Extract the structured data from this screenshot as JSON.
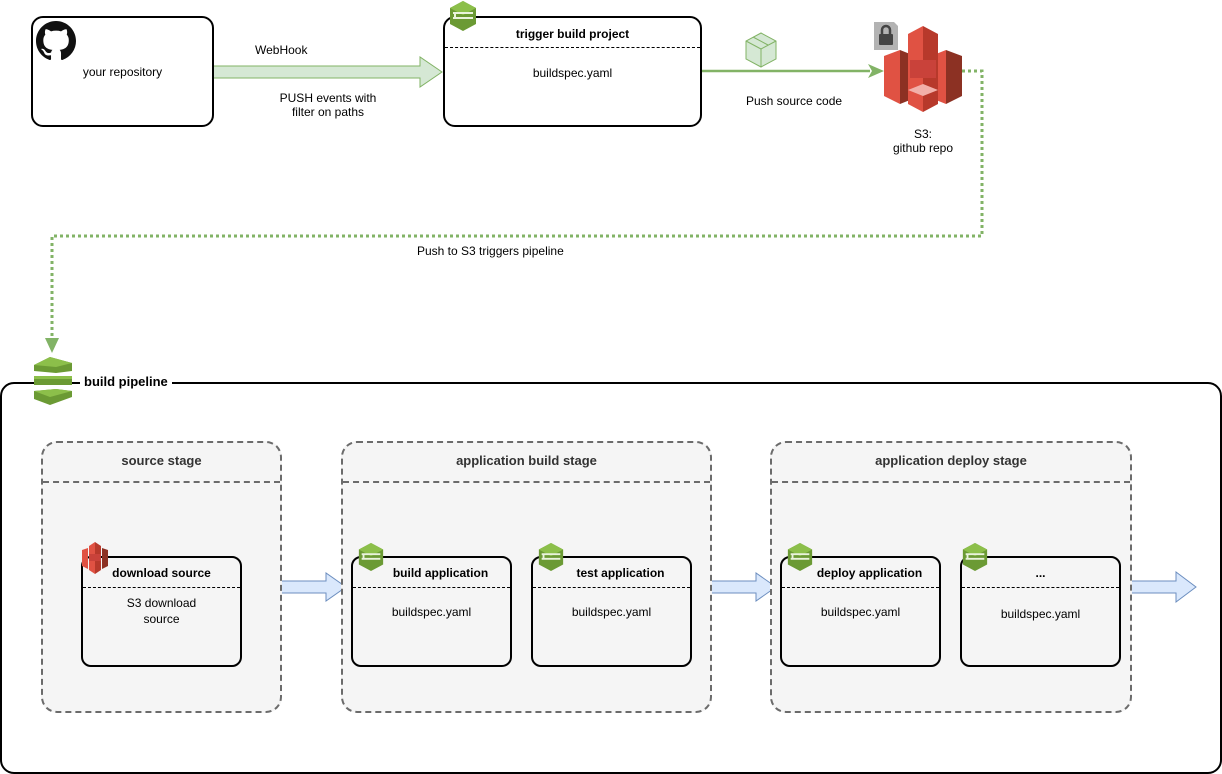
{
  "repository": {
    "label": "your repository",
    "icon": "github-icon"
  },
  "webhook_arrow": {
    "label_top": "WebHook",
    "label_bottom_line1": "PUSH events with",
    "label_bottom_line2": "filter on paths"
  },
  "trigger_project": {
    "title": "trigger build project",
    "body": "buildspec.yaml",
    "icon": "codebuild-icon"
  },
  "push_arrow": {
    "label": "Push source code",
    "icon": "package-icon"
  },
  "s3_bucket": {
    "label_line1": "S3:",
    "label_line2": "github repo",
    "icon": "s3-bucket-icon"
  },
  "trigger_link": {
    "label": "Push to S3 triggers pipeline"
  },
  "pipeline": {
    "title": "build pipeline",
    "icon": "codepipeline-icon",
    "stages": [
      {
        "title": "source stage",
        "actions": [
          {
            "title": "download source",
            "body_line1": "S3 download",
            "body_line2": "source",
            "icon": "s3-icon"
          }
        ]
      },
      {
        "title": "application build stage",
        "actions": [
          {
            "title": "build application",
            "body_line1": "buildspec.yaml",
            "icon": "codebuild-icon"
          },
          {
            "title": "test application",
            "body_line1": "buildspec.yaml",
            "icon": "codebuild-icon"
          }
        ]
      },
      {
        "title": "application deploy stage",
        "actions": [
          {
            "title": "deploy application",
            "body_line1": "buildspec.yaml",
            "icon": "codebuild-icon"
          },
          {
            "title": "...",
            "body_line1": "buildspec.yaml",
            "icon": "codebuild-icon"
          }
        ]
      }
    ]
  },
  "colors": {
    "green_arrow": "#82b366",
    "green_fill": "#d5e8d4",
    "blue_arrow_fill": "#dae8fc",
    "blue_arrow_stroke": "#6c8ebf",
    "s3_red": "#e05243",
    "codebuild_green": "#6b9a34",
    "stage_fill": "#f5f5f5",
    "stage_border": "#6b6b6b"
  }
}
